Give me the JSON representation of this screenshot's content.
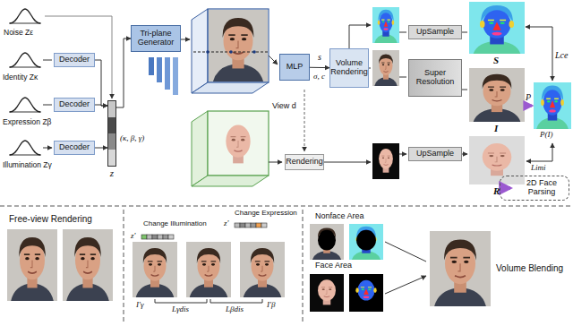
{
  "diagram": {
    "nodes": [
      {
        "text": [
          "Decoder"
        ]
      },
      {
        "text": [
          "Decoder"
        ]
      },
      {
        "text": [
          "Decoder"
        ]
      },
      {
        "text": [
          "z"
        ]
      },
      {
        "text": [
          "Tri-plane Generator"
        ]
      },
      {
        "text": [
          "MLP"
        ]
      },
      {
        "text": [
          "Volume Rendering"
        ]
      },
      {
        "text": [
          "Rendering"
        ]
      },
      {
        "text": [
          "UpSample"
        ]
      },
      {
        "text": [
          "Super Resolution"
        ]
      },
      {
        "text": [
          "UpSample"
        ]
      },
      {
        "text": [
          "2D Face Parsing"
        ]
      }
    ],
    "edges": [
      {
        "from": 0,
        "to": 3,
        "arrow": "to"
      },
      {
        "from": 1,
        "to": 3,
        "arrow": "to"
      },
      {
        "from": 2,
        "to": 3,
        "arrow": "to"
      },
      {
        "from": 3,
        "to": 4,
        "arrow": "to"
      },
      {
        "from": 5,
        "to": 6,
        "arrow": "to"
      }
    ],
    "labels": [
      "Noise Zε",
      "Identity Zκ",
      "Expression Zβ",
      "Illumination Zγ",
      "(κ, β, γ)",
      "s",
      "σ, c",
      "View d",
      "S",
      "I",
      "R",
      "Lce",
      "P",
      "P(I)",
      "Limi",
      "Free-view Rendering",
      "z'",
      "Change Illumination",
      "z'",
      "Change Expression",
      "I'γ",
      "Lγdis",
      "Lβdis",
      "I'β",
      "Nonface Area",
      "Face Area",
      "Volume Blending"
    ]
  }
}
